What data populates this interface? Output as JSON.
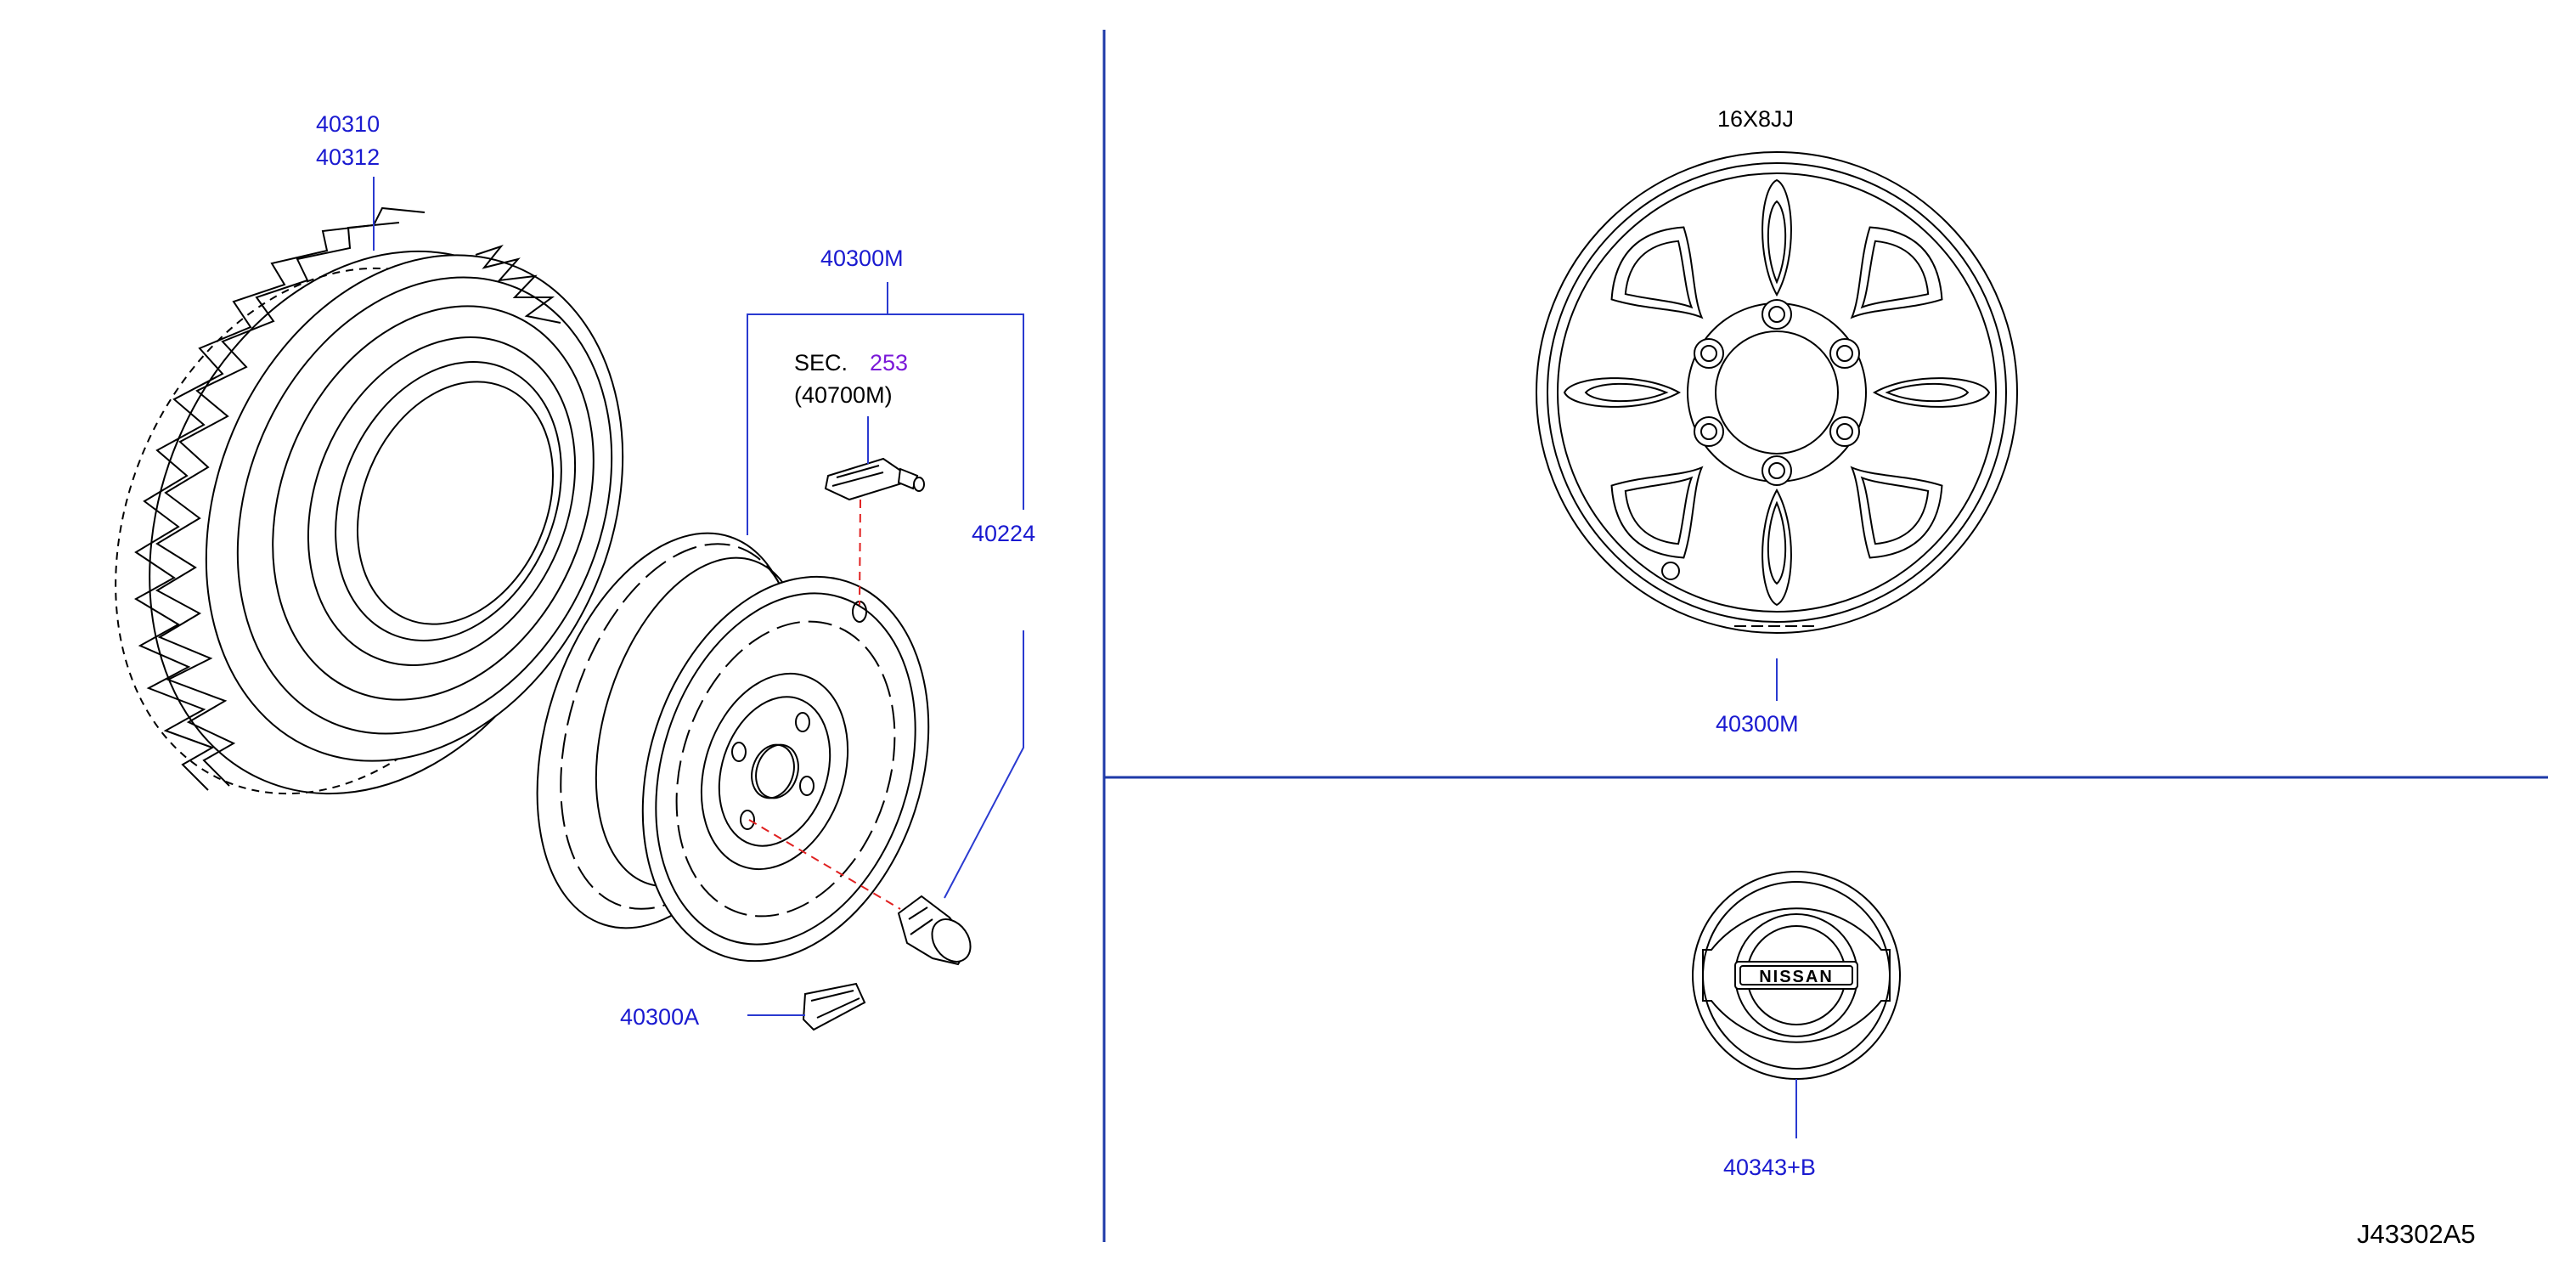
{
  "diagram_id": "J43302A5",
  "labels": {
    "tire_a": "40310",
    "tire_b": "40312",
    "wheel_assy_left": "40300M",
    "sec_prefix": "SEC.",
    "sec_number": "253",
    "sensor_ref": "(40700M)",
    "lug_nut": "40224",
    "balance_weight": "40300A",
    "wheel_size": "16X8JJ",
    "wheel_assy_right": "40300M",
    "center_cap": "40343+B",
    "cap_logo": "NISSAN"
  },
  "colors": {
    "callout": "#1a1ad0",
    "section_ref": "#7a18d8",
    "divider": "#1e3aa8",
    "projection": "#e02020"
  }
}
